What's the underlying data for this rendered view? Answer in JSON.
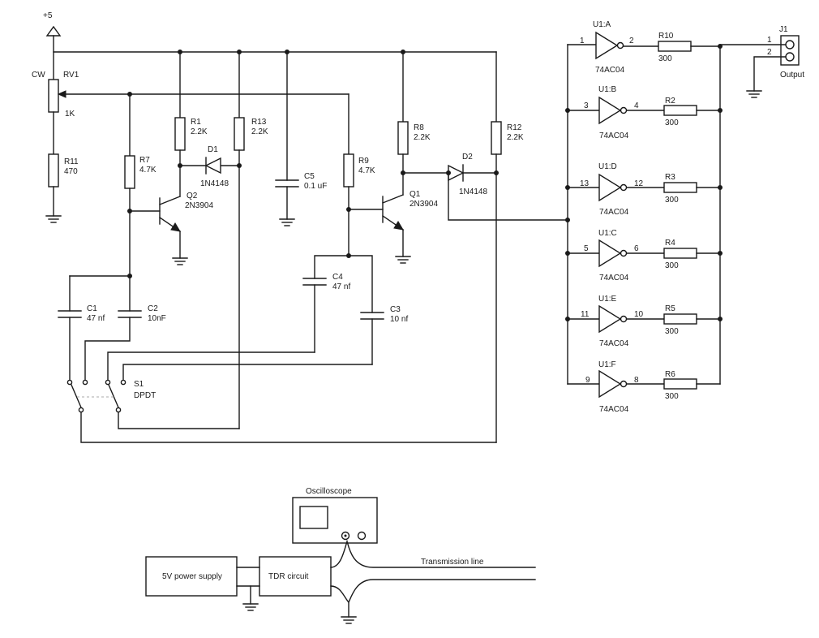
{
  "supply": {
    "label": "+5"
  },
  "rv1": {
    "ref": "RV1",
    "value": "1K",
    "cw": "CW"
  },
  "resistors": {
    "r11": {
      "ref": "R11",
      "value": "470"
    },
    "r1": {
      "ref": "R1",
      "value": "2.2K"
    },
    "r13": {
      "ref": "R13",
      "value": "2.2K"
    },
    "r7": {
      "ref": "R7",
      "value": "4.7K"
    },
    "r9": {
      "ref": "R9",
      "value": "4.7K"
    },
    "r8": {
      "ref": "R8",
      "value": "2.2K"
    },
    "r12": {
      "ref": "R12",
      "value": "2.2K"
    },
    "r10": {
      "ref": "R10",
      "value": "300"
    },
    "r2": {
      "ref": "R2",
      "value": "300"
    },
    "r3": {
      "ref": "R3",
      "value": "300"
    },
    "r4": {
      "ref": "R4",
      "value": "300"
    },
    "r5": {
      "ref": "R5",
      "value": "300"
    },
    "r6": {
      "ref": "R6",
      "value": "300"
    }
  },
  "capacitors": {
    "c5": {
      "ref": "C5",
      "value": "0.1 uF"
    },
    "c4": {
      "ref": "C4",
      "value": "47 nf"
    },
    "c1": {
      "ref": "C1",
      "value": "47 nf"
    },
    "c2": {
      "ref": "C2",
      "value": "10nF"
    },
    "c3": {
      "ref": "C3",
      "value": "10 nf"
    }
  },
  "diodes": {
    "d1": {
      "ref": "D1",
      "value": "1N4148"
    },
    "d2": {
      "ref": "D2",
      "value": "1N4148"
    }
  },
  "transistors": {
    "q2": {
      "ref": "Q2",
      "value": "2N3904"
    },
    "q1": {
      "ref": "Q1",
      "value": "2N3904"
    }
  },
  "switch": {
    "ref": "S1",
    "value": "DPDT"
  },
  "inverters": {
    "a": {
      "ref": "U1:A",
      "part": "74AC04",
      "pin_in": "1",
      "pin_out": "2"
    },
    "b": {
      "ref": "U1:B",
      "part": "74AC04",
      "pin_in": "3",
      "pin_out": "4"
    },
    "d": {
      "ref": "U1:D",
      "part": "74AC04",
      "pin_in": "13",
      "pin_out": "12"
    },
    "c": {
      "ref": "U1:C",
      "part": "74AC04",
      "pin_in": "5",
      "pin_out": "6"
    },
    "e": {
      "ref": "U1:E",
      "part": "74AC04",
      "pin_in": "11",
      "pin_out": "10"
    },
    "f": {
      "ref": "U1:F",
      "part": "74AC04",
      "pin_in": "9",
      "pin_out": "8"
    }
  },
  "connector": {
    "ref": "J1",
    "pin1": "1",
    "pin2": "2",
    "label": "Output"
  },
  "setup": {
    "oscilloscope": "Oscilloscope",
    "power_supply": "5V power supply",
    "tdr_circuit": "TDR circuit",
    "transmission_line": "Transmission line"
  }
}
